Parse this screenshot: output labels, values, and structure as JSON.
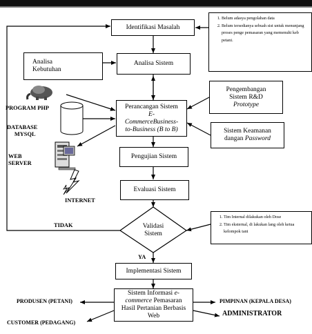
{
  "boxes": {
    "identifikasi": "Identifikasi Masalah",
    "analisa_sistem": "Analisa Sistem",
    "analisa_kebutuhan": [
      "Analisa",
      "Kebutuhan"
    ],
    "perancangan": [
      "Perancangan Sistem",
      "E-",
      "CommerceBusiness-",
      "to-Business (B to B)"
    ],
    "pengembangan": [
      "Pengembangan",
      "Sistem R&D",
      "Prototype"
    ],
    "keamanan": [
      "Sistem Keamanan",
      "dangan ",
      "Password"
    ],
    "pengujian": "Pengujian Sistem",
    "evaluasi": "Evaluasi Sistem",
    "validasi": [
      "Validasi",
      "Sistem"
    ],
    "implementasi": "Implementasi Sistem",
    "informasi": [
      "Sistem Informasi ",
      "e-",
      "commerce",
      " Pemasaran",
      "Hasil Pertanian Berbasis",
      "Web"
    ]
  },
  "notes": {
    "top": [
      "Belum adasya pengolahan data",
      "Belum tersedianya sebuah sist untuk menunjang proses penge pemasaran yang memenuhi keb petani."
    ],
    "validation": [
      "Tim Internal dilakukan oleh Dose",
      "Tim eksternal, di lakukan lang oleh ketua kelompok tani"
    ]
  },
  "labels": {
    "program_php": "PROGRAM PHP",
    "database": [
      "DATABASE",
      "MYSQL"
    ],
    "web_server": [
      "WEB",
      "SERVER"
    ],
    "internet": "INTERNET",
    "tidak": "TIDAK",
    "ya": "YA",
    "produsen": "PRODUSEN (PETANI)",
    "customer": "CUSTOMER (PEDAGANG)",
    "pimpinan": "PIMPINAN (KEPALA DESA)",
    "administrator": "ADMINISTRATOR"
  }
}
